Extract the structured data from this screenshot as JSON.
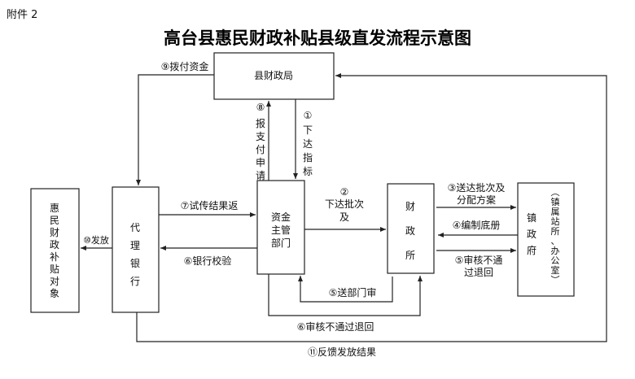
{
  "attachment": "附件 2",
  "title": "高台县惠民财政补贴县级直发流程示意图",
  "nodes": {
    "county_finance": "县财政局",
    "beneficiary": [
      "惠",
      "民",
      "财",
      "政",
      "补",
      "贴",
      "对",
      "象"
    ],
    "bank": [
      "代",
      "理",
      "银",
      "行"
    ],
    "dept": [
      "资金",
      "主管",
      "部门"
    ],
    "finance_office": [
      "财",
      "政",
      "所"
    ],
    "town_gov": [
      "镇",
      "政",
      "府"
    ],
    "town_gov_note": [
      "︵",
      "镇",
      "属",
      "站",
      "所",
      "、",
      "办",
      "公",
      "室",
      "︶"
    ]
  },
  "edges": {
    "e1_num": "①",
    "e1": [
      "下",
      "达",
      "指",
      "标"
    ],
    "e2_num": "②",
    "e2_l1": "下达批次",
    "e2_l2": "及",
    "e3_l1": "③送达批次及",
    "e3_l2": "分配方案",
    "e4": "④编制底册",
    "e5a_l1": "⑤审核不通",
    "e5a_l2": "过退回",
    "e5b": "⑤送部门审",
    "e6a": "⑥银行校验",
    "e6b": "⑥审核不通过退回",
    "e7": "⑦试传结果返",
    "e8_num": "⑧",
    "e8": [
      "报",
      "支",
      "付",
      "申",
      "请"
    ],
    "e9": "⑨拨付资金",
    "e10": "⑩发放",
    "e11": "⑪反馈发放结果"
  }
}
